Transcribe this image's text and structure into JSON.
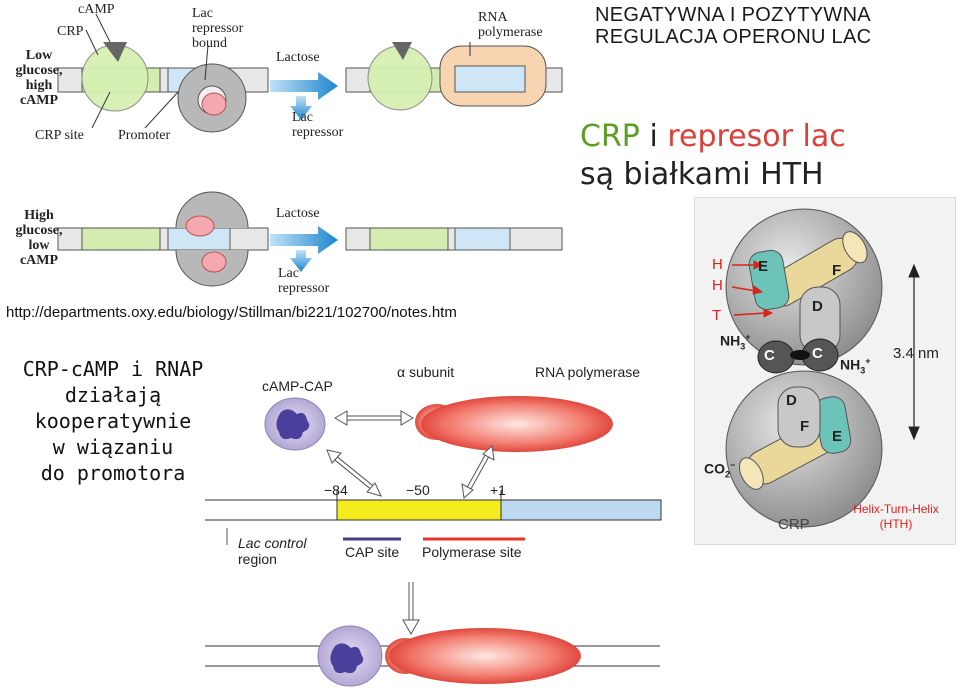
{
  "top_figure": {
    "row1_condition": "Low glucose, high cAMP",
    "row2_condition": "High glucose, low cAMP",
    "camp_label": "cAMP",
    "crp_label": "CRP",
    "lac_repressor_bound": "Lac repressor bound",
    "crp_site": "CRP site",
    "promoter": "Promoter",
    "lactose_1": "Lactose",
    "lac_repressor_1": "Lac repressor",
    "rna_polymerase": "RNA polymerase",
    "lactose_2": "Lactose",
    "lac_repressor_2": "Lac repressor"
  },
  "source_url": "http://departments.oxy.edu/biology/Stillman/bi221/102700/notes.htm",
  "slide_title": {
    "line1": "NEGATYWNA I POZYTYWNA",
    "line2": "REGULACJA OPERONU LAC"
  },
  "hth_statement": {
    "crp": "CRP",
    "i": "i",
    "represor": "represor lac",
    "line2": "są białkami HTH"
  },
  "cooperative_text": {
    "line1": "CRP-cAMP i RNAP",
    "line2": "działają",
    "line3": "kooperatywnie",
    "line4": "w wiązaniu",
    "line5": "do promotora"
  },
  "bottom_figure": {
    "camp_cap": "cAMP-CAP",
    "alpha_subunit": "α subunit",
    "rna_polymerase": "RNA polymerase",
    "pos_84": "−84",
    "pos_50": "−50",
    "pos_1": "+1",
    "lac_control_line1": "Lac control",
    "lac_control_line2": "region",
    "cap_site": "CAP site",
    "polymerase_site": "Polymerase site"
  },
  "crp_structure": {
    "h1": "H",
    "h2": "H",
    "t": "T",
    "nh3_left": "NH",
    "nh3_right": "NH",
    "co2": "CO",
    "e_top": "E",
    "f_top": "F",
    "d_top": "D",
    "c_left": "C",
    "c_right": "C",
    "d_bottom": "D",
    "f_bottom": "F",
    "e_bottom": "E",
    "distance": "3.4 nm",
    "crp_label": "CRP",
    "hth_line1": "Helix-Turn-Helix",
    "hth_line2": "(HTH)"
  },
  "colors": {
    "crp_green": "#d4ecb0",
    "promoter_blue": "#cfe6f6",
    "arrow_blue": "#2e95d6",
    "polymerase_red": "#e4332a",
    "cap_site_purple": "#4b3a8c",
    "control_yellow": "#f4ec1e",
    "helix_tan": "#ead79a",
    "helix_teal": "#6cc3b8"
  }
}
